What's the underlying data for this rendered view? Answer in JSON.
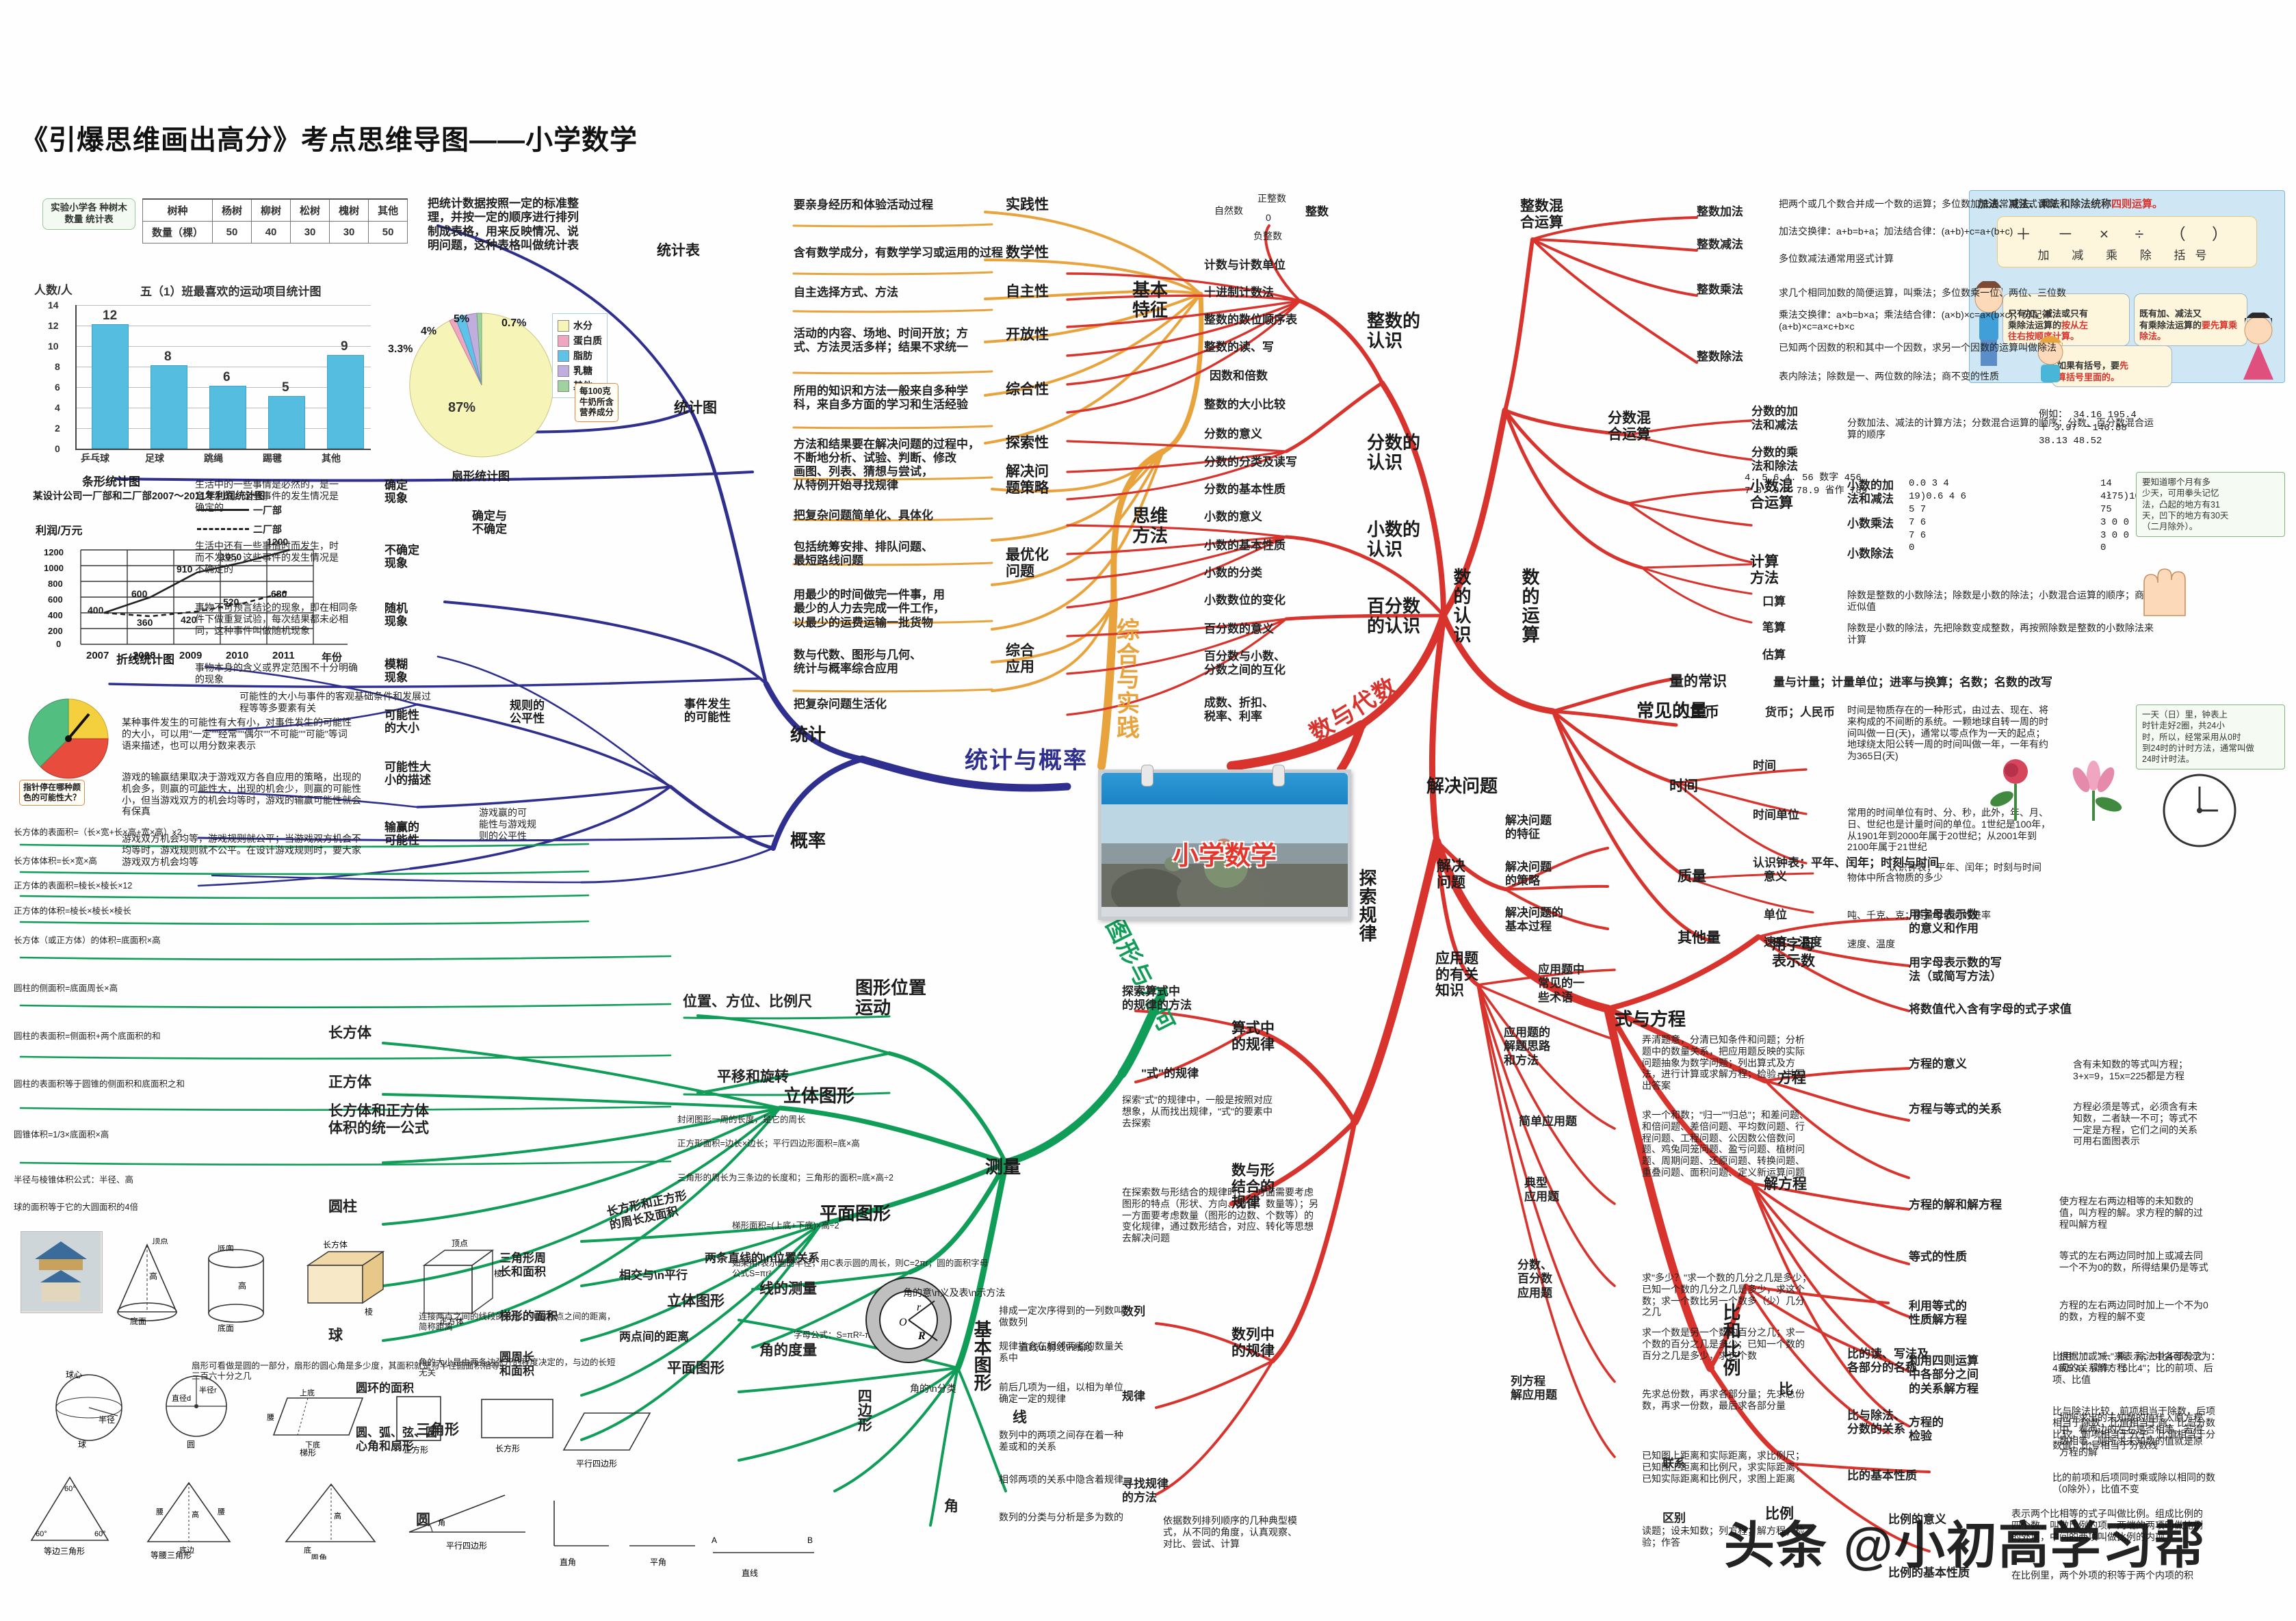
{
  "title": "《引爆思维画出高分》考点思维导图——小学数学",
  "center": {
    "label": "小学数学"
  },
  "watermark": "头条 @小初高学习帮",
  "main_branches": [
    {
      "name": "统计与概率",
      "color": "#2e2f8f"
    },
    {
      "name": "综合与实践",
      "color": "#e8a33d"
    },
    {
      "name": "数与代数",
      "color": "#d8332c"
    },
    {
      "name": "图形与几何",
      "color": "#0f9d58"
    }
  ],
  "statistics": {
    "table_callout": "实验小学各\n种树木数量\n统计表",
    "table": {
      "header": [
        "树种",
        "杨树",
        "柳树",
        "松树",
        "槐树",
        "其他"
      ],
      "row": [
        "数量（棵）",
        "50",
        "40",
        "30",
        "30",
        "50"
      ]
    },
    "table_note": "把统计数据按照一定的标准整\n理，并按一定的顺序进行排列\n制成表格，用来反映情况、说\n明问题，这种表格叫做统计表",
    "node_statistical_table": "统计表",
    "node_statistical_chart": "统计图",
    "bar_title": "五（1）班最喜欢的运动项目统计图",
    "bar_ylabel": "人数/人",
    "bar_caption": "条形统计图",
    "pie_caption": "扇形统计图",
    "pie_note": "每100克\n牛奶所含\n营养成分",
    "line_title": "某设计公司一厂部和二厂部2007～2011年利润统计图",
    "line_ylabel": "利润/万元",
    "line_xlabel": "年份",
    "line_caption": "折线统计图",
    "line_legend": [
      "一厂部",
      "二厂部"
    ],
    "pie_legend": [
      "水分",
      "蛋白质",
      "脂肪",
      "乳糖",
      "其他"
    ],
    "prob_callout": "指针停在哪种颜\n色的可能性大？"
  },
  "chart_data": [
    {
      "type": "bar",
      "title": "五（1）班最喜欢的运动项目统计图",
      "ylabel": "人数/人",
      "xlabel": "",
      "categories": [
        "乒乓球",
        "足球",
        "跳绳",
        "踢毽",
        "其他"
      ],
      "values": [
        12,
        8,
        6,
        5,
        9
      ],
      "ylim": [
        0,
        14
      ],
      "yticks": [
        0,
        2,
        4,
        6,
        8,
        10,
        12,
        14
      ],
      "grid": true
    },
    {
      "type": "pie",
      "title": "扇形统计图",
      "labels": [
        "水分",
        "蛋白质",
        "脂肪",
        "乳糖",
        "其他"
      ],
      "values": [
        87,
        3.3,
        4,
        5,
        0.7
      ],
      "value_labels": [
        "87%",
        "3.3%",
        "4%",
        "5%",
        "0.7%"
      ],
      "colors": [
        "#f7f4b8",
        "#f0a6c0",
        "#5ec3e8",
        "#bfaede",
        "#9ed3a0"
      ],
      "legend": "right"
    },
    {
      "type": "line",
      "title": "某设计公司一厂部和二厂部2007～2011年利润统计图",
      "ylabel": "利润/万元",
      "xlabel": "年份",
      "x": [
        "2007",
        "2008",
        "2009",
        "2010",
        "2011"
      ],
      "series": [
        {
          "name": "一厂部",
          "values": [
            400,
            600,
            910,
            1050,
            1200
          ],
          "style": "solid"
        },
        {
          "name": "二厂部",
          "values": [
            400,
            360,
            420,
            520,
            680
          ],
          "style": "dashed"
        }
      ],
      "ylim": [
        0,
        1200
      ],
      "yticks": [
        0,
        200,
        400,
        600,
        800,
        1000,
        1200
      ],
      "grid": true
    },
    {
      "type": "pie",
      "title": "指针停在哪种颜色的可能性大？",
      "labels": [
        "红",
        "黄",
        "绿"
      ],
      "values": [
        50,
        25,
        25
      ],
      "colors": [
        "#e74c3c",
        "#f4d03f",
        "#52be80"
      ],
      "legend": "none"
    }
  ],
  "branch_tonji": {
    "label": "统计与概率",
    "sub": [
      "统计",
      "概率"
    ],
    "tonji_children": [
      {
        "label": "统计表",
        "text": "把统计数据按照一定的标准整理，并按一定的顺序进行排列制成表格，用来反映情况、说明问题，这种表格叫做统计表"
      },
      {
        "label": "统计图",
        "text": ""
      }
    ],
    "gailv_children": [
      {
        "label": "确定与\n不确定",
        "items": [
          {
            "label": "确定\n现象",
            "text": "生活中的一些事情是必然的，是一定发生的，这些事件的发生情况是确定的"
          },
          {
            "label": "不确定\n现象",
            "text": "生活中还有一些事情时而发生，时而不发生，这些事件的发生情况是不确定的"
          }
        ]
      },
      {
        "label": "随机\n现象",
        "text": "事物不可预言结论的现象，即在相同条件下做重复试验，每次结果都未必相同，这种事件叫做随机现象"
      },
      {
        "label": "模糊\n现象",
        "text": "事物本身的含义或界定范围不十分明确的现象"
      },
      {
        "label": "可能性\n的大小",
        "text": "可能性的大小与事件的客观基础条件和发展过程等等多要素有关"
      },
      {
        "label": "可能性大\n小的描述",
        "text": "某种事件发生的可能性有大有小，对事件发生的可能性的大小，可以用\"一定\"\"经常\"\"偶尔\"\"不可能\"\"可能\"等词语来描述，也可以用分数来表示"
      },
      {
        "label": "输赢的\n可能性",
        "text": "游戏的输赢结果取决于游戏双方各自应用的策略，出现的机会多，则赢的可能性大，出现的机会少，则赢的可能性小，但当游戏双方的机会均等时，游戏的输赢可能性就会有保真"
      },
      {
        "label": "游戏赢的可\n能性与游戏规\n则的公平性",
        "text": "游戏双方机会均等，游戏规则就公平；当游戏双方机会不均等时，游戏规则就不公平。在设计游戏规则时，要大家游戏双方机会均等"
      },
      {
        "label": "规则的\n公平性",
        "text": ""
      },
      {
        "label": "事件发生\n的可能性",
        "text": ""
      }
    ]
  },
  "branch_zonghe": {
    "label": "综合与实践",
    "sub": [
      "基本\n特征",
      "思维\n方法"
    ],
    "jiben": [
      {
        "label": "实践性",
        "text": "要亲身经历和体验活动过程"
      },
      {
        "label": "数学性",
        "text": "含有数学成分，有数学学习或运用的过程"
      },
      {
        "label": "自主性",
        "text": "自主选择方式、方法"
      },
      {
        "label": "开放性",
        "text": "活动的内容、场地、时间开放；方\n式、方法灵活多样；结果不求统一"
      },
      {
        "label": "综合性",
        "text": "所用的知识和方法一般来自多种学\n科，来自多方面的学习和生活经验"
      },
      {
        "label": "探索性",
        "text": "方法和结果要在解决问题的过程中，\n不断地分析、试验、判断、修改"
      }
    ],
    "siwei": [
      {
        "label": "解决问\n题策略",
        "text": "画图、列表、猜想与尝试，\n从特例开始寻找规律"
      },
      {
        "label": "最优化\n问题",
        "text": "把复杂问题简单化、具体化"
      },
      {
        "label": "最优化\n问题2",
        "text": "包括统筹安排、排队问题、\n最短路线问题"
      },
      {
        "label": "最优化\n问题3",
        "text": "用最少的时间做完一件事，用\n最少的人力去完成一件工作，\n以最少的运费运输一批货物"
      },
      {
        "label": "综合\n应用",
        "text": "数与代数、图形与几何、\n统计与概率综合应用"
      },
      {
        "label": "综合\n应用2",
        "text": "把复杂问题生活化"
      }
    ]
  },
  "branch_shuyudaishu": {
    "label": "数与代数",
    "groups": [
      {
        "label": "数的认识",
        "children": [
          {
            "label": "整数的\n认识",
            "items": [
              "自然数",
              "正整数",
              "0",
              "负整数",
              "整数",
              "计数与计数单位",
              "十进制计数法",
              "整数的数位顺序表",
              "整数的读、写",
              "因数和倍数",
              "整数的大小比较"
            ]
          },
          {
            "label": "分数的\n认识",
            "items": [
              "分数的意义",
              "分数的分类及读写",
              "分数的基本性质"
            ]
          },
          {
            "label": "小数的\n认识",
            "items": [
              "小数的意义",
              "小数的基本性质",
              "小数的分类",
              "小数数位的变化"
            ]
          },
          {
            "label": "百分数\n的认识",
            "items": [
              "百分数的意义",
              "百分数与小数、\n分数之间的互化",
              "成数、折扣、\n税率、利率"
            ]
          }
        ]
      },
      {
        "label": "数的运算",
        "children": [
          {
            "label": "整数混\n合运算",
            "items": [
              "整数加法",
              "整数减法",
              "整数乘法",
              "整数除法"
            ]
          },
          {
            "label": "分数混\n合运算",
            "items": [
              "分数的加\n法和减法",
              "分数的乘\n法和除法"
            ]
          },
          {
            "label": "小数混\n合运算",
            "items": [
              "小数的加\n法和减法",
              "小数乘法",
              "小数除法"
            ]
          },
          {
            "label": "计算\n方法",
            "items": [
              "口算",
              "笔算",
              "估算"
            ]
          }
        ]
      },
      {
        "label": "常见的量",
        "children": [
          {
            "label": "量的常识",
            "text": "量与计量；计量单位；进率与换算；名数；名数的改写"
          },
          {
            "label": "人民币",
            "text": "货币；人民币"
          },
          {
            "label": "时间",
            "items": [
              "时间",
              "时间单位",
              "认识钟表；平年、闰年；时刻与时间"
            ]
          },
          {
            "label": "质量",
            "items": [
              "意义",
              "单位"
            ]
          },
          {
            "label": "其他量",
            "text": "速度、温度"
          }
        ]
      },
      {
        "label": "解决问题",
        "children": [
          {
            "label": "解决\n问题",
            "items": [
              "解决问题\n的特征",
              "解决问题\n的策略",
              "解决问题的\n基本过程"
            ]
          },
          {
            "label": "应用题\n的有关\n知识",
            "items": [
              "应用题中\n常见的一\n些术语",
              "应用题的\n解题思路\n和方法",
              "简单应用题",
              "典型\n应用题",
              "分数、\n百分数\n应用题",
              "列方程\n解应用题"
            ]
          }
        ]
      },
      {
        "label": "式与方程",
        "children": [
          {
            "label": "用字母\n表示数",
            "items": [
              "用字母表示数\n的意义和作用",
              "用字母表示数的写\n法（或简写方法）",
              "将数值代入含有字母的式子求值"
            ]
          },
          {
            "label": "方程",
            "items": [
              "方程的意义",
              "方程必须是等式，必须是等式",
              "方程与等式的关系",
              "等式",
              "方程"
            ]
          },
          {
            "label": "解方程",
            "items": [
              "方程的解和解方程",
              "等式的性质",
              "利用等式的\n性质解方程",
              "利用四则运算\n中各部分之间\n的关系解方程",
              "方程的\n检验"
            ]
          }
        ]
      },
      {
        "label": "比和比例",
        "children": [
          {
            "label": "比",
            "items": [
              "比的读、写法及\n各部分的名称",
              "比与除法、\n分数的关系",
              "比的基本性质"
            ]
          },
          {
            "label": "比例",
            "items": [
              "比例的意义",
              "比例的基本性质"
            ]
          },
          {
            "label": "比和比例",
            "items": [
              "联系",
              "区别"
            ]
          }
        ]
      },
      {
        "label": "探索规律",
        "children": [
          {
            "label": "算式中\n的规律",
            "items": [
              "探索算式中\n的规律的方法",
              "\"式\"的规律"
            ]
          },
          {
            "label": "数与形\n结合的\n规律",
            "text": "在探索数与形结合的规律时，一方面需要考虑图形的特点（形状、方向、颜色、数量等）；另一方面要考虑数量（图形的边数、个数等）的变化规律，通过数形结合，对应、转化等思想去解决问题"
          },
          {
            "label": "数列中\n的规律",
            "items": [
              "数列",
              "规律",
              "寻找规律\n的方法"
            ]
          }
        ]
      }
    ]
  },
  "branch_tuxing": {
    "label": "图形与几何",
    "groups": [
      {
        "label": "立体图形",
        "items": [
          "长方体",
          "正方体",
          "长方体和正方体\n体积的统一公式",
          "圆柱",
          "圆锥",
          "球"
        ]
      },
      {
        "label": "平面图形",
        "items": [
          "长方形和正方形\n的周长及面积",
          "三角形周\n长和面积",
          "梯形的面积",
          "圆周长\n和面积",
          "圆环的面积",
          "圆、弧、弦、圆\n心角和扇形"
        ]
      },
      {
        "label": "图形位置\n运动",
        "items": [
          "位置、方位、比例尺",
          "平移和旋转"
        ]
      },
      {
        "label": "测量",
        "items": [
          "线的测量",
          "角的度量"
        ]
      },
      {
        "label": "基本图形",
        "items": [
          "立体图形",
          "平面图形",
          "三角形",
          "四边形",
          "圆",
          "线",
          "角"
        ]
      }
    ],
    "formulas": [
      "长方体的表面积=（长×宽+长×高+宽×高）×2",
      "长方体体积=长×宽×高",
      "正方体的表面积=棱长×棱长×12",
      "正方体的体积=棱长×棱长×棱长",
      "长方体（或正方体）的体积=底面积×高",
      "圆柱的侧面积=底面周长×高",
      "圆柱的表面积=侧面积+两个底面积的和",
      "圆柱的表面积等于圆锥的侧面积和底面积之和",
      "圆锥体积=1/3×底面积×高",
      "半径与棱锥体积公式：半径、高",
      "球的面积等于它的大圆面积的4倍",
      "封闭图形一周的长度，是它的周长",
      "正方形面积=边长×边长；平行四边形面积=底×高",
      "三角形的周长为三条边的长度和；三角形的面积=底×高÷2",
      "梯形面积=(上底+下底)×高÷2",
      "如果用r表示圆的半径，用C表示圆的周长，则C=2πr；圆的面积字母公式S=πr²",
      "字母公式：S=πR²-πr²",
      "扇形可看做是圆的一部分，扇形的圆心角是多少度，其面积就是与半径圆面积相等三百六十分之几"
    ]
  },
  "op_box": {
    "title": "加法、减法、乘法和除法统称",
    "title_red": "四则运算。",
    "symbols": [
      "＋",
      "－",
      "×",
      "÷",
      "（ ）"
    ],
    "symbol_names": [
      "加",
      "减",
      "乘",
      "除",
      "括号"
    ],
    "bubble1": "只有加、减法或只有\n乘除法运算的",
    "bubble1_red": "按从左\n往右按顺序计算。",
    "bubble2": "既有加、减法又\n有乘除法运算的",
    "bubble2_red": "要先算乘除法。",
    "bubble3": "如果有括号，要",
    "bubble3_red": "先\n算括号里面的。"
  },
  "examples": {
    "add_sub": "例如：  34.16    195.4\n          ＋ 3.97  －146.88\n            38.13     48.52",
    "mul": "4. 5 6  4. 56 数字 456\n7  8. 9  × 78.9 省作 789",
    "div": "0.0 3 4\n19)0.6 4 6\n5 7\n7 6\n7 6\n0",
    "div2": "14\n4ł75)1050\n75\n3 0 0\n3 0 0\n0"
  },
  "clock_note": "一天（日）里，钟表上\n时针走好2圈，共24小\n时，所以，经常采用从0时\n到24时的计时方法，通常叫做\n24时计时法。",
  "calendar_note": "要知道哪个月有多\n少天，可用拳头记忆\n法，凸起的地方有31\n天，凹下的地方有30天\n（二月除外）。"
}
